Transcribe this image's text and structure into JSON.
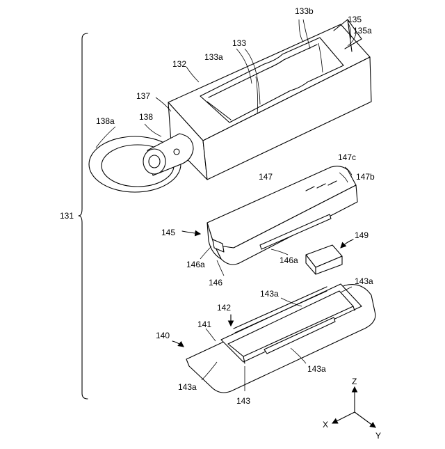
{
  "labels": {
    "l131": "131",
    "l132": "132",
    "l133": "133",
    "l133a": "133a",
    "l133b": "133b",
    "l135": "135",
    "l135a": "135a",
    "l137": "137",
    "l138": "138",
    "l138a": "138a",
    "l145": "145",
    "l146": "146",
    "l146a_left": "146a",
    "l146a_mid": "146a",
    "l147": "147",
    "l147b": "147b",
    "l147c": "147c",
    "l149": "149",
    "l140": "140",
    "l141": "141",
    "l142": "142",
    "l143": "143",
    "l143a_top": "143a",
    "l143a_right": "143a",
    "l143a_mid": "143a",
    "l143a_left": "143a"
  },
  "axes": {
    "z": "Z",
    "x": "X",
    "y": "Y"
  }
}
